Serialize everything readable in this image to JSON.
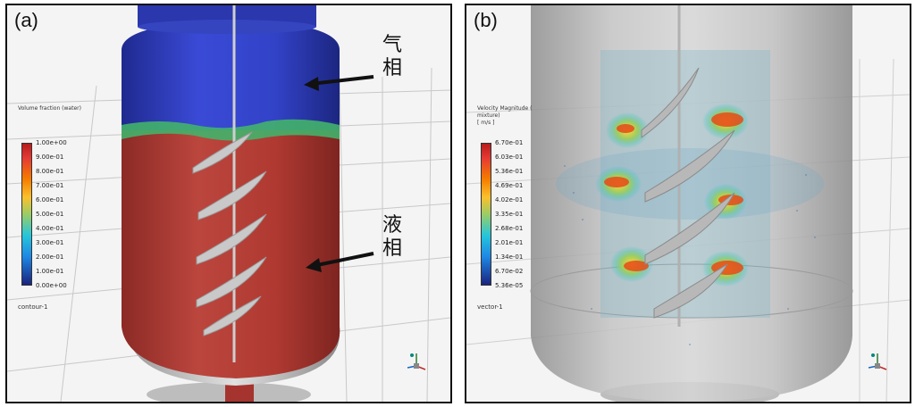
{
  "panel_a": {
    "label": "(a)",
    "legend": {
      "title": "Volume fraction (water)",
      "ticks": [
        "1.00e+00",
        "9.00e-01",
        "8.00e-01",
        "7.00e-01",
        "6.00e-01",
        "5.00e-01",
        "4.00e-01",
        "3.00e-01",
        "2.00e-01",
        "1.00e-01",
        "0.00e+00"
      ]
    },
    "footer": "contour-1",
    "annotations": {
      "gas_phase": [
        "气",
        "相"
      ],
      "liquid_phase": [
        "液",
        "相"
      ]
    },
    "colors": {
      "gas": "#2f3fc4",
      "liquid": "#b03a32",
      "interface": "#3fb36b"
    }
  },
  "panel_b": {
    "label": "(b)",
    "legend": {
      "title_line1": "Velocity Magnitude (",
      "title_line2": "mixture)",
      "title_line3": "[ m/s ]",
      "ticks": [
        "6.70e-01",
        "6.03e-01",
        "5.36e-01",
        "4.69e-01",
        "4.02e-01",
        "3.35e-01",
        "2.68e-01",
        "2.01e-01",
        "1.34e-01",
        "6.70e-02",
        "5.36e-05"
      ]
    },
    "footer": "vector-1"
  }
}
